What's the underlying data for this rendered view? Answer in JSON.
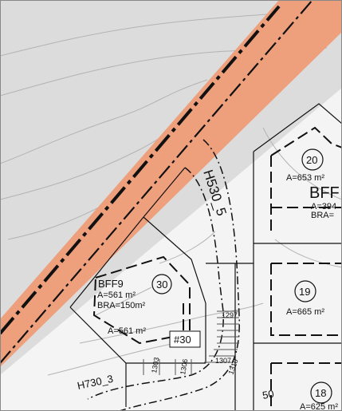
{
  "colors": {
    "background_grey": "#dcdcdc",
    "plan_white": "#f4f4f4",
    "road_orange": "#ee9f7c",
    "line_black": "#111111",
    "contour_grey": "#b3b3b3"
  },
  "labels": {
    "road_h530": "H530_5",
    "road_h730": "H730_3",
    "plot_bff9": "BFF9",
    "plot_bff9_area": "A=561 m²",
    "plot_bff9_bra": "BRA=150m²",
    "plot_30_number": "30",
    "plot_30_area": "A=561 m²",
    "plot_30_tag": "#30",
    "plot_20_number": "20",
    "plot_20_area": "A=653 m²",
    "plot_20_bff": "BFF",
    "plot_20_a2": "A=394",
    "plot_20_bra": "BRA=",
    "plot_19_number": "19",
    "plot_19_area": "A=665 m²",
    "plot_18_number": "18",
    "plot_18_area": "A=625 m²",
    "contour_50": "50",
    "elev_1297": "1297",
    "elev_1307": "1307",
    "elev_1303": "1303",
    "elev_1306": "1306",
    "elev_1310": "1310"
  }
}
